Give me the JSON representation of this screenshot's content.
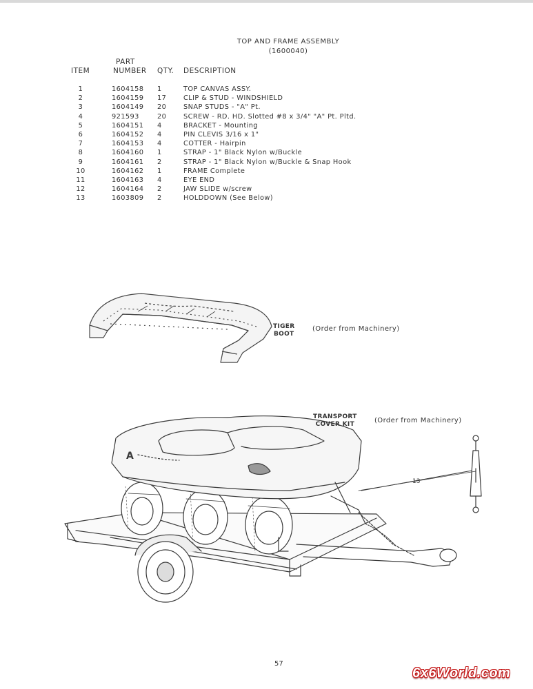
{
  "header": {
    "title": "TOP AND FRAME ASSEMBLY",
    "assembly_number": "(1600040)"
  },
  "table": {
    "col_part": "PART",
    "col_item": "ITEM",
    "col_number": "NUMBER",
    "col_qty": "QTY.",
    "col_desc": "DESCRIPTION",
    "rows": [
      {
        "item": "1",
        "number": "1604158",
        "qty": "1",
        "desc": "TOP CANVAS ASSY."
      },
      {
        "item": "2",
        "number": "1604159",
        "qty": "17",
        "desc": "CLIP & STUD  - WINDSHIELD"
      },
      {
        "item": "3",
        "number": "1604149",
        "qty": "20",
        "desc": "SNAP STUDS - \"A\" Pt."
      },
      {
        "item": "4",
        "number": "921593",
        "qty": "20",
        "desc": "SCREW - RD. HD. Slotted #8 x 3/4\" \"A\" Pt. Pltd."
      },
      {
        "item": "5",
        "number": "1604151",
        "qty": "4",
        "desc": "BRACKET - Mounting"
      },
      {
        "item": "6",
        "number": "1604152",
        "qty": "4",
        "desc": "PIN CLEVIS 3/16 x 1\""
      },
      {
        "item": "7",
        "number": "1604153",
        "qty": "4",
        "desc": "COTTER - Hairpin"
      },
      {
        "item": "8",
        "number": "1604160",
        "qty": "1",
        "desc": "STRAP - 1\" Black Nylon w/Buckle"
      },
      {
        "item": "9",
        "number": "1604161",
        "qty": "2",
        "desc": "STRAP - 1\" Black Nylon w/Buckle & Snap Hook"
      },
      {
        "item": "10",
        "number": "1604162",
        "qty": "1",
        "desc": "FRAME Complete"
      },
      {
        "item": "11",
        "number": "1604163",
        "qty": "4",
        "desc": "EYE END"
      },
      {
        "item": "12",
        "number": "1604164",
        "qty": "2",
        "desc": "JAW SLIDE w/screw"
      },
      {
        "item": "13",
        "number": "1603809",
        "qty": "2",
        "desc": "HOLDDOWN (See Below)"
      }
    ]
  },
  "figure1": {
    "label_line1": "TIGER",
    "label_line2": "BOOT",
    "note": "(Order from Machinery)"
  },
  "figure2": {
    "label_line1": "TRANSPORT",
    "label_line2": "COVER KIT",
    "note": "(Order from Machinery)",
    "callout": "13"
  },
  "footer": {
    "page_number": "57",
    "watermark": "6x6World.com"
  }
}
